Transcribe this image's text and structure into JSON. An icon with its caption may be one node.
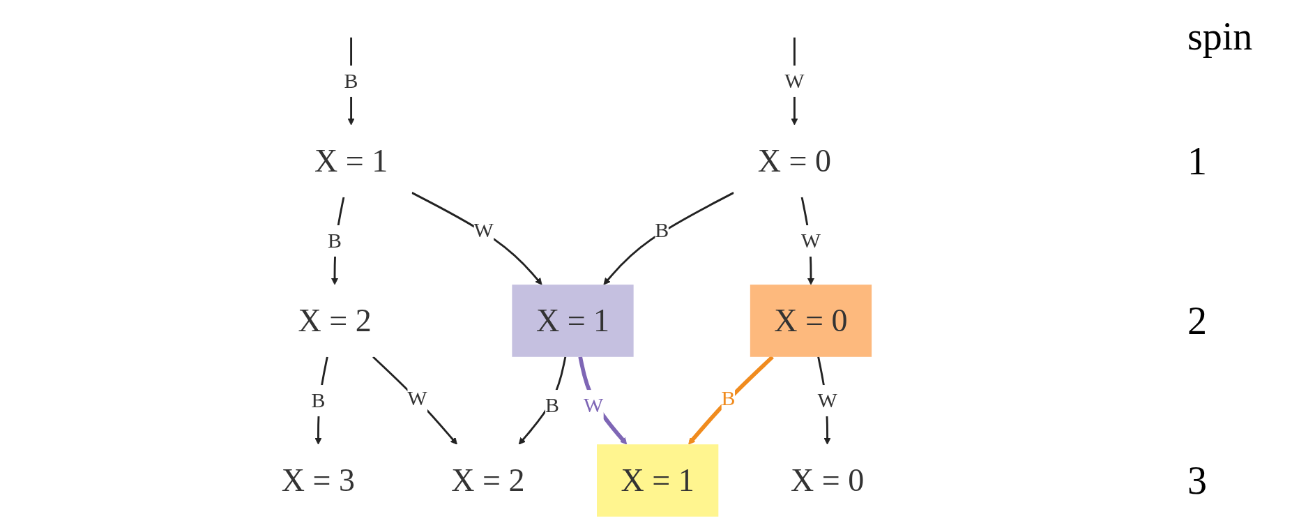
{
  "diagram": {
    "nodes": [
      {
        "text": [
          "X = 1"
        ]
      },
      {
        "text": [
          "X = 0"
        ]
      },
      {
        "text": [
          "X = 2"
        ]
      },
      {
        "text": [
          "X = 1"
        ]
      },
      {
        "text": [
          "X = 0"
        ]
      },
      {
        "text": [
          "X = 3"
        ]
      },
      {
        "text": [
          "X = 2"
        ]
      },
      {
        "text": [
          "X = 1"
        ]
      },
      {
        "text": [
          "X = 0"
        ]
      }
    ],
    "edges": [
      {
        "from": null,
        "to": 0,
        "arrow": "to",
        "label": "B"
      },
      {
        "from": null,
        "to": 1,
        "arrow": "to",
        "label": "W"
      },
      {
        "from": 0,
        "to": 2,
        "arrow": "to",
        "label": "B"
      },
      {
        "from": 0,
        "to": 3,
        "arrow": "to",
        "label": "W"
      },
      {
        "from": 1,
        "to": 3,
        "arrow": "to",
        "label": "B"
      },
      {
        "from": 1,
        "to": 4,
        "arrow": "to",
        "label": "W"
      },
      {
        "from": 2,
        "to": 5,
        "arrow": "to",
        "label": "B"
      },
      {
        "from": 2,
        "to": 6,
        "arrow": "to",
        "label": "W"
      },
      {
        "from": 3,
        "to": 6,
        "arrow": "to",
        "label": "B"
      },
      {
        "from": 3,
        "to": 7,
        "arrow": "to",
        "label": "W",
        "style": "thick",
        "color": "#7e66b5"
      },
      {
        "from": 4,
        "to": 7,
        "arrow": "to",
        "label": "B",
        "style": "thick",
        "color": "#f08b1e"
      },
      {
        "from": 4,
        "to": 8,
        "arrow": "to",
        "label": "W"
      }
    ],
    "labels": [
      "spin",
      "1",
      "2",
      "3"
    ]
  }
}
